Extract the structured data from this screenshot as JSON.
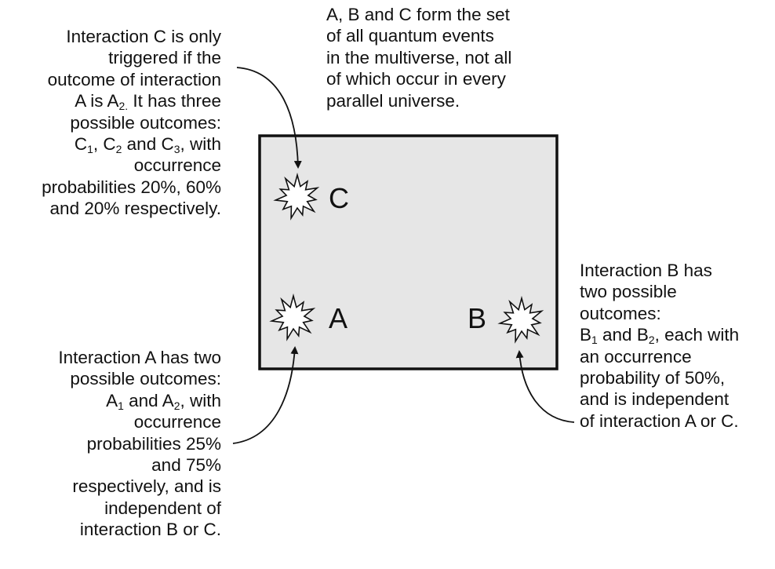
{
  "annotation_c": {
    "line1": "Interaction C is only",
    "line2": "triggered if the",
    "line3": "outcome of interaction",
    "line4_pre": "A is A",
    "line4_sub": "2.",
    "line4_post": " It has three",
    "line5": "possible outcomes:",
    "line6_c1": "C",
    "line6_c1_sub": "1",
    "line6_c2": ", C",
    "line6_c2_sub": "2",
    "line6_c3": " and C",
    "line6_c3_sub": "3",
    "line6_end": ", with",
    "line7": "occurrence",
    "line8": "probabilities 20%, 60%",
    "line9": "and 20% respectively."
  },
  "annotation_top": {
    "line1": "A, B and C form the set",
    "line2": "of all quantum events",
    "line3": "in the multiverse, not all",
    "line4": "of which occur in every",
    "line5": "parallel universe."
  },
  "annotation_a": {
    "line1": "Interaction A has two",
    "line2": "possible outcomes:",
    "line3_a1": "A",
    "line3_a1_sub": "1",
    "line3_a2": " and A",
    "line3_a2_sub": "2",
    "line3_end": ", with",
    "line4": "occurrence",
    "line5": "probabilities 25%",
    "line6": "and 75%",
    "line7": "respectively, and is",
    "line8": "independent of",
    "line9": "interaction B or C."
  },
  "annotation_b": {
    "line1": "Interaction B has",
    "line2": "two possible",
    "line3": "outcomes:",
    "line4_b1": "B",
    "line4_b1_sub": "1",
    "line4_b2": " and B",
    "line4_b2_sub": "2",
    "line4_end": ", each with",
    "line5": "an occurrence",
    "line6": "probability of 50%,",
    "line7": "and is independent",
    "line8": "of interaction A or C."
  },
  "labels": {
    "a": "A",
    "b": "B",
    "c": "C"
  },
  "colors": {
    "box_fill": "#e6e6e6",
    "stroke": "#111111"
  }
}
